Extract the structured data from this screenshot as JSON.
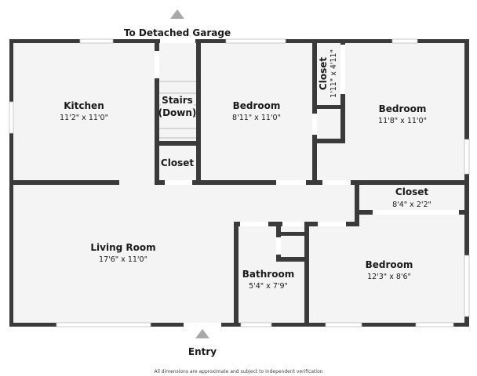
{
  "labels": {
    "garage": "To Detached Garage",
    "entry": "Entry",
    "disclaimer": "All dimensions are approximate and subject to independent verification"
  },
  "rooms": [
    {
      "name": "Kitchen",
      "dims": "11'2\" x 11'0\""
    },
    {
      "name": "Stairs",
      "name2": "(Down)"
    },
    {
      "name": "Closet"
    },
    {
      "name": "Bedroom",
      "dims": "8'11\" x 11'0\""
    },
    {
      "name": "Closet",
      "dims": "1'11\" x 4'11\""
    },
    {
      "name": "Bedroom",
      "dims": "11'8\" x 11'0\""
    },
    {
      "name": "Closet",
      "dims": "8'4\" x 2'2\""
    },
    {
      "name": "Living Room",
      "dims": "17'6\" x 11'0\""
    },
    {
      "name": "Bathroom",
      "dims": "5'4\" x 7'9\""
    },
    {
      "name": "Bedroom",
      "dims": "12'3\" x 8'6\""
    }
  ],
  "colors": {
    "wall": "#3a3a3a",
    "floor": "#f4f4f4",
    "arrow": "#a8a8a8"
  },
  "icons": {
    "garage_arrow": "triangle-up-icon",
    "entry_arrow": "triangle-up-icon"
  }
}
